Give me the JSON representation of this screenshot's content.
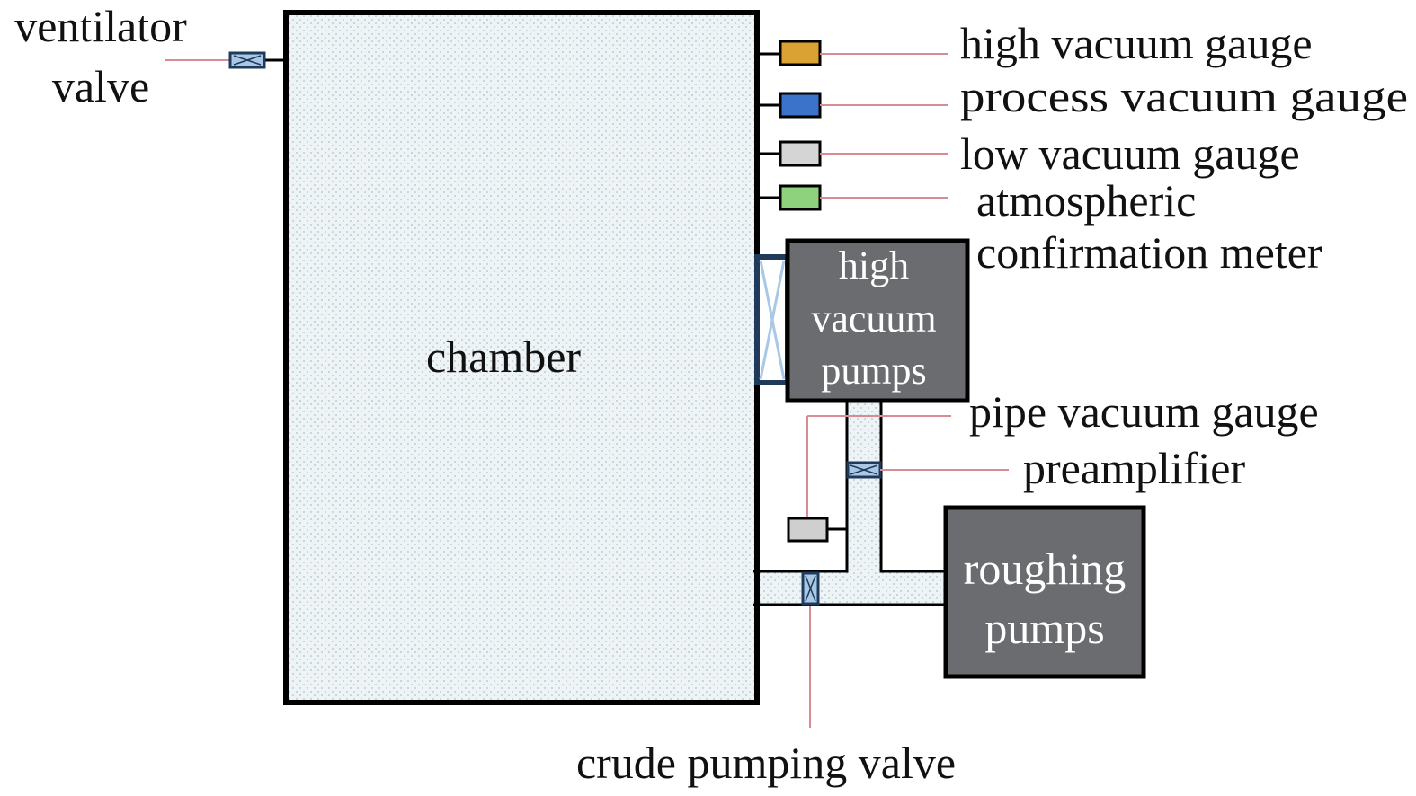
{
  "labels": {
    "ventilator_valve_line1": "ventilator",
    "ventilator_valve_line2": "valve",
    "chamber": "chamber",
    "high_vacuum_gauge": "high vacuum gauge",
    "process_vacuum_gauge": "process vacuum gauge",
    "low_vacuum_gauge": "low vacuum gauge",
    "atmospheric_line1": "atmospheric",
    "atmospheric_line2": "confirmation meter",
    "high_vacuum_pumps_line1": "high",
    "high_vacuum_pumps_line2": "vacuum",
    "high_vacuum_pumps_line3": "pumps",
    "pipe_vacuum_gauge": "pipe vacuum gauge",
    "preamplifier": "preamplifier",
    "roughing_pumps_line1": "roughing",
    "roughing_pumps_line2": "pumps",
    "crude_pumping_valve": "crude pumping valve"
  },
  "colors": {
    "chamber_fill": "#eef4f6",
    "chamber_dots": "#a9c4cc",
    "pump_fill": "#6b6c70",
    "valve_fill": "#a9c8e6",
    "valve_stroke": "#1f3a5a",
    "high_vacuum_gauge": "#d9a232",
    "process_vacuum_gauge": "#3a73c9",
    "low_vacuum_gauge": "#d5d5d5",
    "atmospheric_meter": "#8ed27d",
    "pipe_vacuum_gauge": "#cfcfcf",
    "leader_line": "#d98a92"
  }
}
